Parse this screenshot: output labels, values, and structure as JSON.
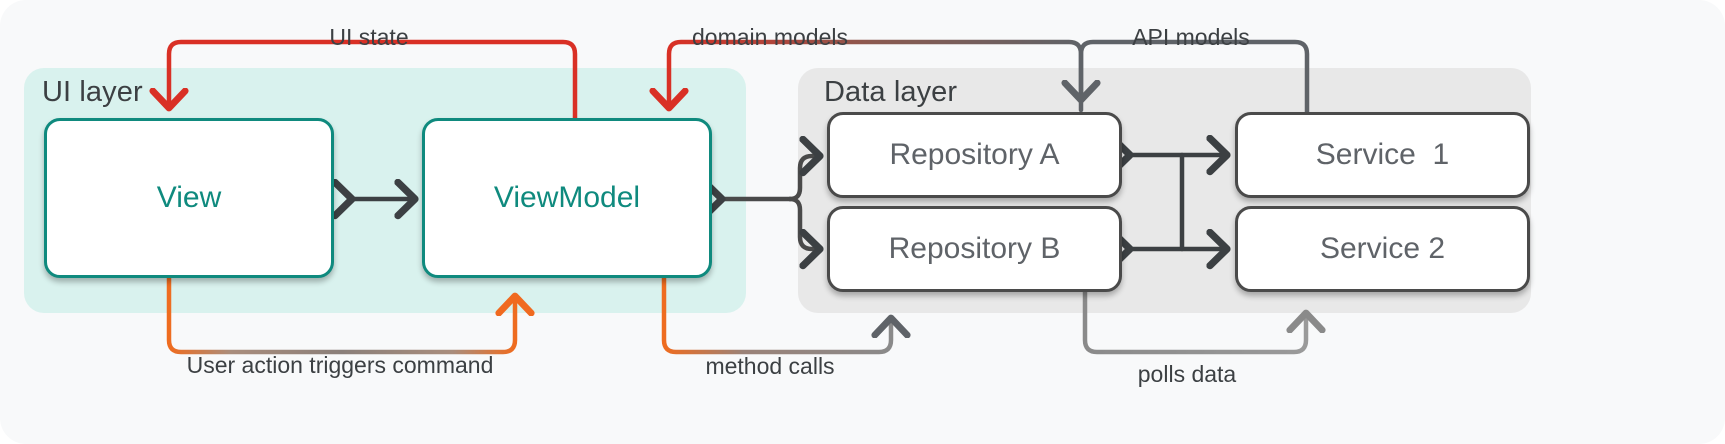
{
  "diagram": {
    "title": "MVVM layered architecture data flow",
    "type": "architecture-flow",
    "background": "#f8f9fa"
  },
  "layers": [
    {
      "id": "ui",
      "label": "UI layer",
      "color": "#d9f2ee"
    },
    {
      "id": "data",
      "label": "Data layer",
      "color": "#e8e8e8"
    }
  ],
  "nodes": [
    {
      "id": "view",
      "label": "View",
      "layer": "ui",
      "border": "#0f8a7e",
      "text_color": "#0f8a7e"
    },
    {
      "id": "viewmodel",
      "label": "ViewModel",
      "layer": "ui",
      "border": "#0f8a7e",
      "text_color": "#0f8a7e"
    },
    {
      "id": "repoa",
      "label": "Repository A",
      "layer": "data",
      "border": "#4a4a4a",
      "text_color": "#5f6368"
    },
    {
      "id": "repob",
      "label": "Repository B",
      "layer": "data",
      "border": "#4a4a4a",
      "text_color": "#5f6368"
    },
    {
      "id": "service1",
      "label": "Service  1",
      "layer": "data",
      "border": "#4a4a4a",
      "text_color": "#5f6368"
    },
    {
      "id": "service2",
      "label": "Service 2",
      "layer": "data",
      "border": "#4a4a4a",
      "text_color": "#5f6368"
    }
  ],
  "edges": [
    {
      "id": "ui-state",
      "label": "UI state",
      "from": "viewmodel",
      "to": "view",
      "color_start": "#d93025",
      "color_end": "#d93025"
    },
    {
      "id": "user-action",
      "label": "User action triggers command",
      "from": "view",
      "to": "viewmodel",
      "color_start": "#8a7f7a",
      "color_end": "#f06a20"
    },
    {
      "id": "domain-models",
      "label": "domain models",
      "from": "repoa",
      "to": "viewmodel",
      "color_start": "#5f6368",
      "color_end": "#d93025"
    },
    {
      "id": "method-calls",
      "label": "method calls",
      "from": "viewmodel",
      "to": "repob",
      "color_start": "#f06a20",
      "color_end": "#8a7f7a"
    },
    {
      "id": "api-models",
      "label": "API models",
      "from": "service1",
      "to": "repoa",
      "color_start": "#5f6368",
      "color_end": "#5f6368"
    },
    {
      "id": "polls-data",
      "label": "polls data",
      "from": "repob",
      "to": "service2",
      "color_start": "#8a8a8a",
      "color_end": "#8a8a8a"
    },
    {
      "id": "view-vm",
      "label": "",
      "from": "view",
      "to": "viewmodel",
      "color_start": "#3c4043",
      "color_end": "#3c4043",
      "bidirectional": true
    },
    {
      "id": "vm-repos",
      "label": "",
      "from": "viewmodel",
      "to": "repoa",
      "color_start": "#4a4a4a",
      "color_end": "#4a4a4a",
      "bidirectional": true
    },
    {
      "id": "repoa-svc1",
      "label": "",
      "from": "repoa",
      "to": "service1",
      "color_start": "#3c4043",
      "color_end": "#3c4043",
      "bidirectional": true
    },
    {
      "id": "repob-svc2",
      "label": "",
      "from": "repob",
      "to": "service2",
      "color_start": "#3c4043",
      "color_end": "#3c4043",
      "bidirectional": true
    }
  ]
}
